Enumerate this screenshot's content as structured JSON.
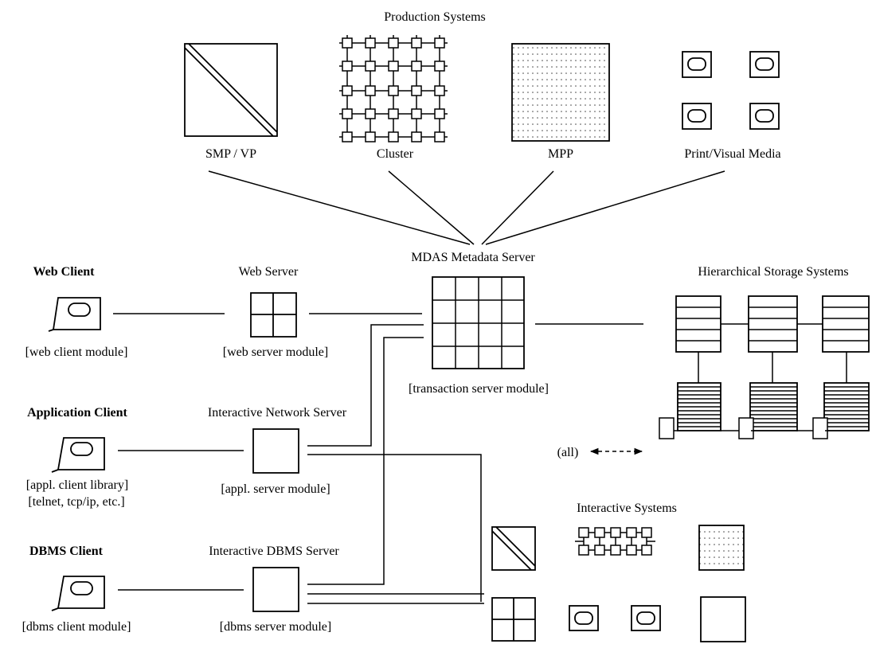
{
  "production": {
    "title": "Production Systems",
    "items": [
      "SMP / VP",
      "Cluster",
      "MPP",
      "Print/Visual Media"
    ]
  },
  "clients": {
    "web": {
      "title": "Web Client",
      "module": "[web client module]"
    },
    "app": {
      "title": "Application Client",
      "module_1": "[appl. client library]",
      "module_2": "[telnet, tcp/ip, etc.]"
    },
    "dbms": {
      "title": "DBMS Client",
      "module": "[dbms client module]"
    }
  },
  "servers": {
    "web": {
      "title": "Web Server",
      "module": "[web server module]"
    },
    "net": {
      "title": "Interactive Network Server",
      "module": "[appl. server module]"
    },
    "dbms": {
      "title": "Interactive DBMS Server",
      "module": "[dbms server module]"
    }
  },
  "mdas": {
    "title": "MDAS Metadata Server",
    "module": "[transaction server module]"
  },
  "hss": {
    "title": "Hierarchical Storage Systems",
    "all_label": "(all)"
  },
  "interactive": {
    "title": "Interactive Systems"
  }
}
